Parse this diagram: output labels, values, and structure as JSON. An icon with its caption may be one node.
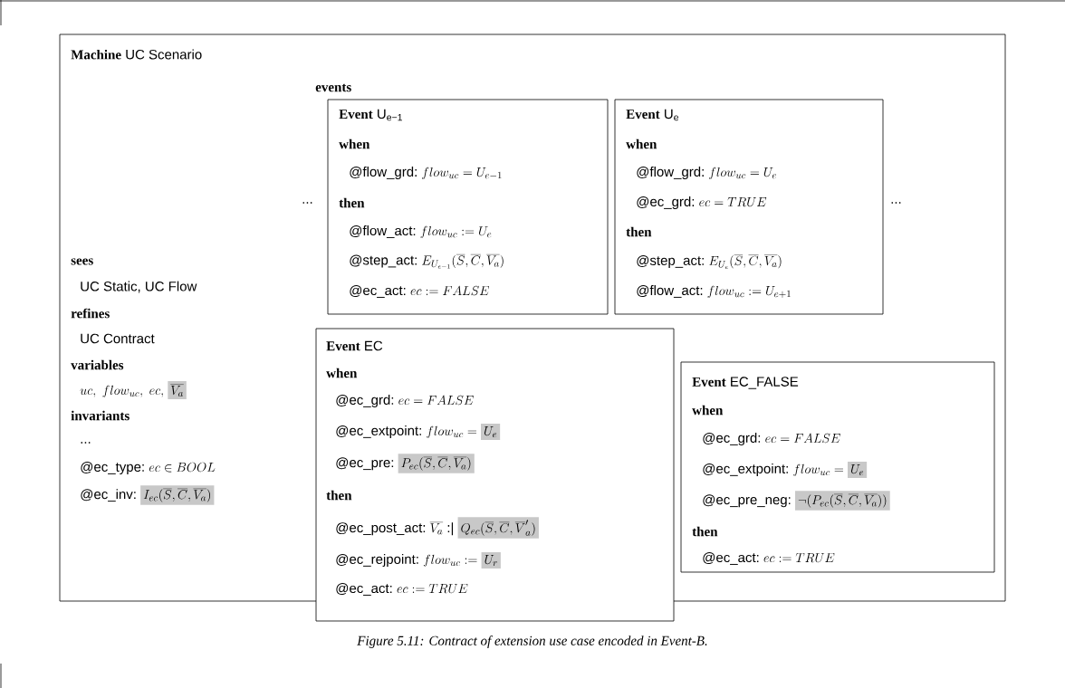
{
  "diagram": {
    "nodes": [
      {
        "text": [
          "Machine",
          "UC Scenario",
          "events",
          "...",
          "...",
          "sees",
          "UC Static, UC Flow",
          "refines",
          "UC Contract",
          "variables",
          "uc,\\ flow_{uc},\\ ec,",
          "\\overline{V_a}",
          "invariants",
          "...",
          "@ec_type:",
          "ec \\in BOOL",
          "@ec_inv:",
          "I_{ec}(\\overline{S}, \\overline{C}, \\overline{V_a})"
        ]
      },
      {
        "text": [
          "Event",
          "U$_{e−1}$",
          "when",
          "@flow_grd:",
          "flow_{uc} = U_{e-1}",
          "then",
          "@flow_act:",
          "flow_{uc} := U_e",
          "@step_act:",
          "E_{U_{e-1}}(\\overline{S}, \\overline{C}, \\overline{V_a})",
          "@ec_act:",
          "ec := FALSE"
        ],
        "in": 0
      },
      {
        "text": [
          "Event",
          "U$_{e}$",
          "when",
          "@flow_grd:",
          "flow_{uc} = U_e",
          "@ec_grd:",
          "ec = TRUE",
          "then",
          "@step_act:",
          "E_{U_e}(\\overline{S}, \\overline{C}, \\overline{V_a})",
          "@flow_act:",
          "flow_{uc} := U_{e+1}"
        ],
        "in": 0
      },
      {
        "text": [
          "Event",
          "EC",
          "when",
          "@ec_grd:",
          "ec = FALSE",
          "@ec_extpoint:",
          "flow_{uc} =",
          "U_e",
          "@ec_pre:",
          "P_{ec}(\\overline{S}, \\overline{C}, \\overline{V_a})",
          "then",
          "@ec_post_act:",
          "\\overline{V_a}",
          ":|",
          "Q_{ec}(\\overline{S}, \\overline{C}, \\overline{V}'_a)",
          "@ec_rejpoint:",
          "flow_{uc} :=",
          "U_r",
          "@ec_act:",
          "ec := TRUE"
        ]
      },
      {
        "text": [
          "Event",
          "EC_FALSE",
          "when",
          "@ec_grd:",
          "ec = FALSE",
          "@ec_extpoint:",
          "flow_{uc} =",
          "U_e",
          "@ec_pre_neg:",
          "\\neg(P_{ec}(\\overline{S}, \\overline{C}, \\overline{V_a}))",
          "then",
          "@ec_act:",
          "ec := TRUE"
        ],
        "in": 0
      }
    ],
    "caption": "Figure 5.11: Contract of extension use case encoded in Event-B."
  }
}
